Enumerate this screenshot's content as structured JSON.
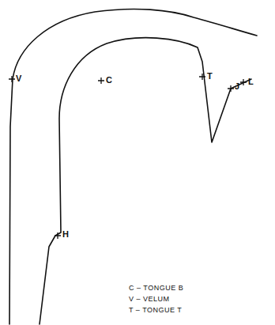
{
  "diagram": {
    "labels": [
      "V",
      "C",
      "T",
      "J",
      "L",
      "H",
      "C – TONGUE B",
      "V – VELUM",
      "T – TONGUE T"
    ]
  }
}
